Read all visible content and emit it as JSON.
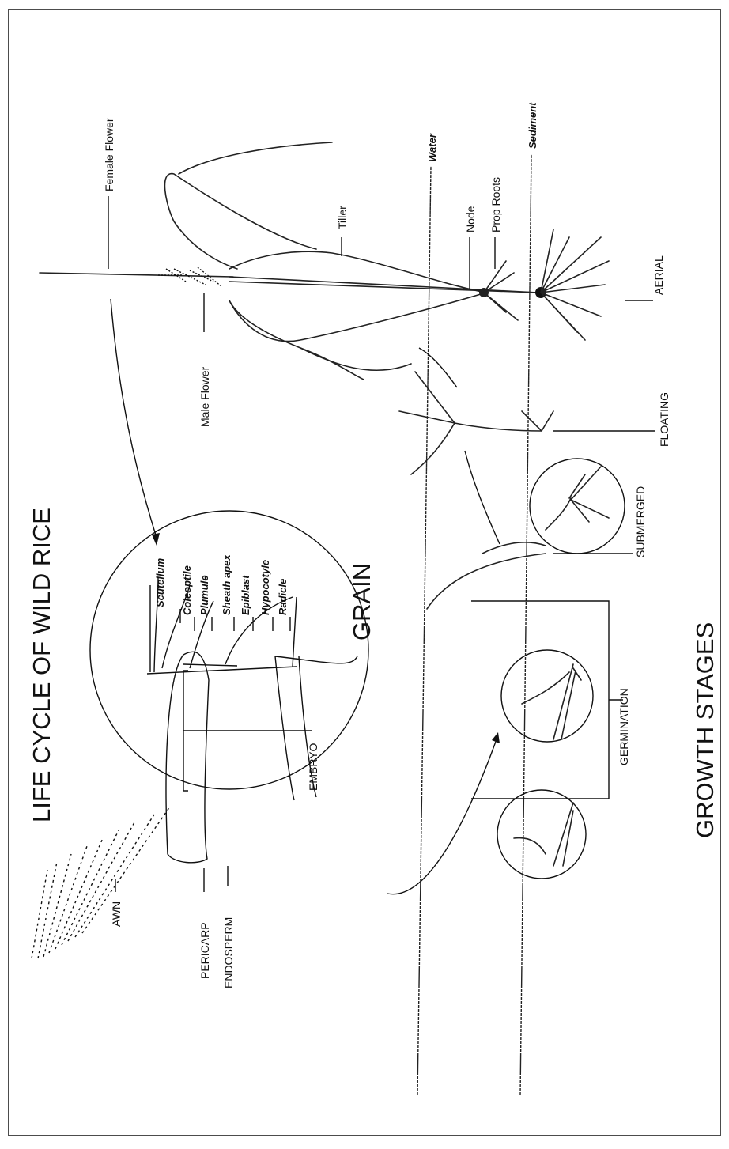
{
  "title": "LIFE CYCLE OF WILD RICE",
  "grain": {
    "heading": "GRAIN",
    "parts": [
      "AWN",
      "PERICARP",
      "ENDOSPERM",
      "EMBRYO"
    ]
  },
  "embryo_detail": [
    "Scutellum",
    "Coleoptile",
    "Plumule",
    "Sheath apex",
    "Epiblast",
    "Hypocotyle",
    "Radicle"
  ],
  "plant_parts": [
    "Female Flower",
    "Male Flower",
    "Tiller",
    "Node",
    "Prop Roots"
  ],
  "zones": {
    "water": "Water",
    "sediment": "Sediment"
  },
  "growth_stages": {
    "heading": "GROWTH STAGES",
    "stages": [
      "GERMINATION",
      "SUBMERGED",
      "FLOATING",
      "AERIAL"
    ]
  }
}
